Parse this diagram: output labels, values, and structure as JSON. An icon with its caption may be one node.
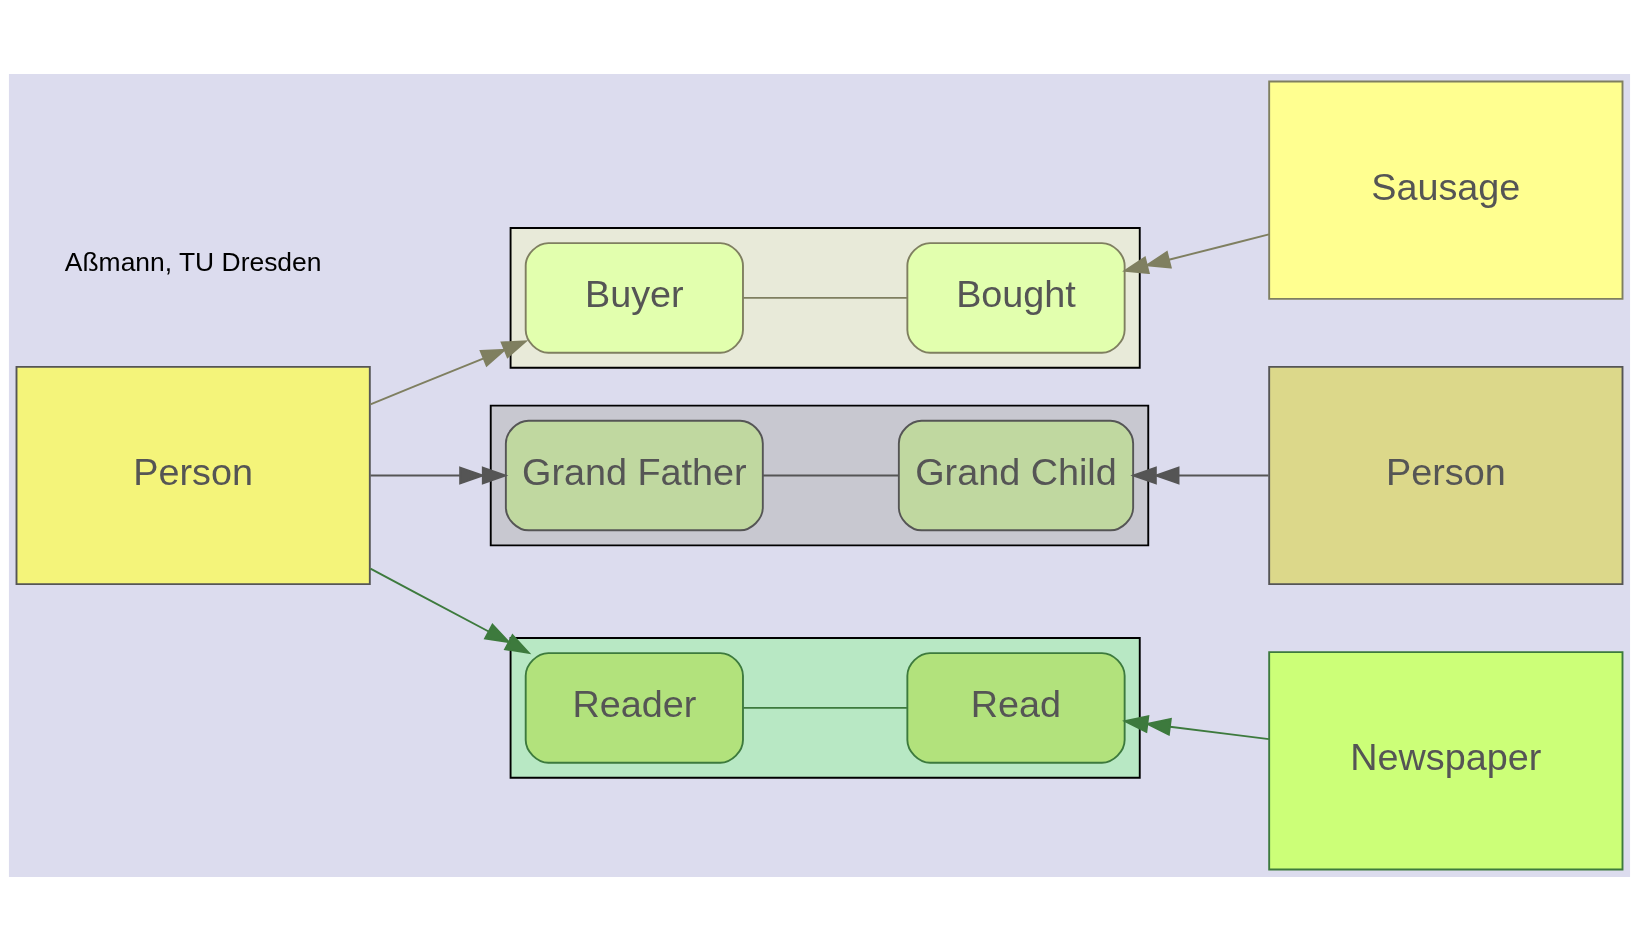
{
  "diagram": {
    "nodes": [
      {
        "text": [],
        "shape": "band"
      },
      {
        "text": [
          "Buyer"
        ],
        "in": 0
      },
      {
        "text": [
          "Bought"
        ],
        "in": 0
      },
      {
        "text": [],
        "shape": "band"
      },
      {
        "text": [
          "Grand Father"
        ],
        "in": 3
      },
      {
        "text": [
          "Grand Child"
        ],
        "in": 3
      },
      {
        "text": [],
        "shape": "band"
      },
      {
        "text": [
          "Reader"
        ],
        "in": 6
      },
      {
        "text": [
          "Read"
        ],
        "in": 6
      },
      {
        "text": [
          "Person"
        ]
      },
      {
        "text": [
          "Sausage"
        ]
      },
      {
        "text": [
          "Person"
        ]
      },
      {
        "text": [
          "Newspaper"
        ]
      }
    ],
    "edges": [
      {
        "from": 9,
        "to": 1,
        "arrow": "to",
        "color": "#7f7f60"
      },
      {
        "from": 1,
        "to": 2,
        "arrow": "none",
        "color": "#7f7f60"
      },
      {
        "from": 10,
        "to": 2,
        "arrow": "to",
        "color": "#7f7f60"
      },
      {
        "from": 9,
        "to": 4,
        "arrow": "to",
        "color": "#555555"
      },
      {
        "from": 4,
        "to": 5,
        "arrow": "none",
        "color": "#555555"
      },
      {
        "from": 11,
        "to": 5,
        "arrow": "to",
        "color": "#555555"
      },
      {
        "from": 9,
        "to": 7,
        "arrow": "to",
        "color": "#3d7a3d"
      },
      {
        "from": 7,
        "to": 8,
        "arrow": "none",
        "color": "#3d7a3d"
      },
      {
        "from": 12,
        "to": 8,
        "arrow": "to",
        "color": "#3d7a3d"
      }
    ],
    "labels": [
      "Aßmann, TU Dresden"
    ]
  }
}
